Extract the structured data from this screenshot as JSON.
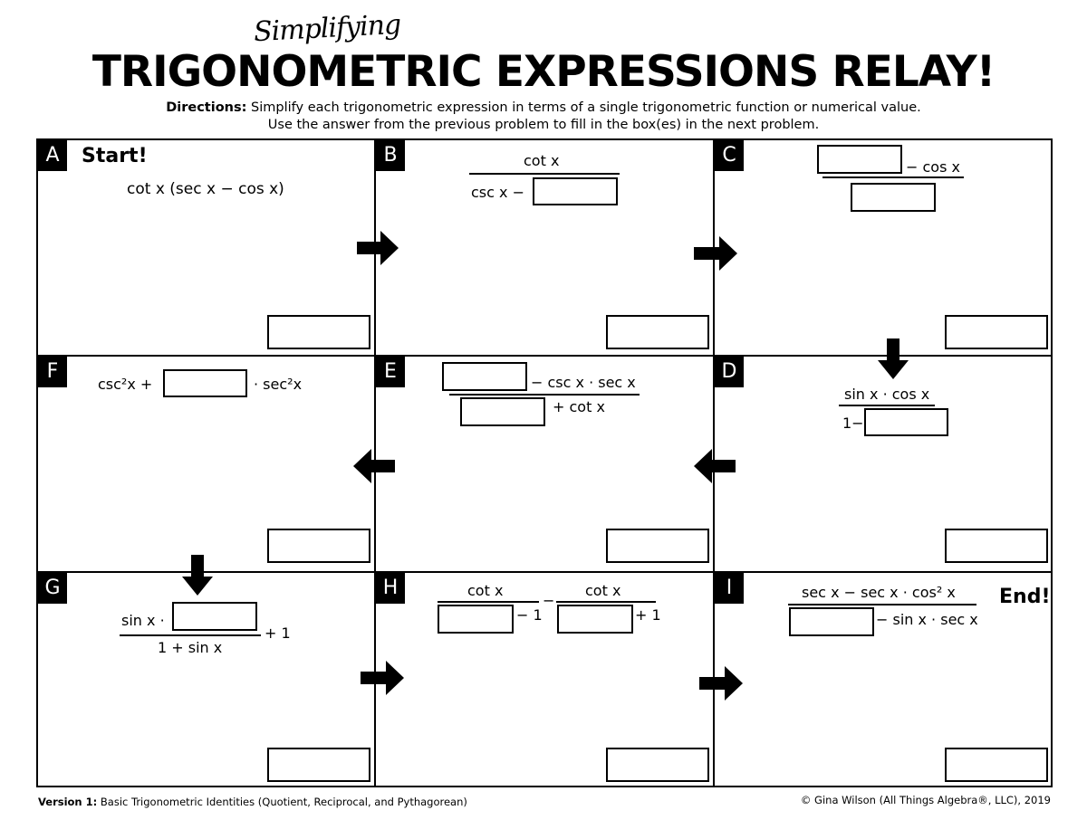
{
  "header": {
    "subtitle": "Simplifying",
    "title": "TRIGONOMETRIC EXPRESSIONS RELAY!",
    "directions_label": "Directions:",
    "directions_line1": "Simplify each trigonometric expression in terms of a single trigonometric function or numerical value.",
    "directions_line2": "Use the answer from the previous problem to fill in the box(es) in the next problem."
  },
  "cells": {
    "A": {
      "letter": "A",
      "tag": "Start!",
      "expr": "cot x (sec x − cos x)"
    },
    "B": {
      "letter": "B",
      "numerator": "cot x",
      "denominator": "csc x −"
    },
    "C": {
      "letter": "C",
      "numerator_suffix": "− cos x"
    },
    "D": {
      "letter": "D",
      "numerator": "sin x · cos x",
      "denominator": "1−"
    },
    "E": {
      "letter": "E",
      "numerator_suffix": "− csc x · sec x",
      "denominator_suffix": "+ cot x"
    },
    "F": {
      "letter": "F",
      "prefix": "csc²x +",
      "suffix": "· sec²x"
    },
    "G": {
      "letter": "G",
      "numerator": "sin x ·",
      "denominator": "1 + sin x",
      "suffix": "+ 1"
    },
    "H": {
      "letter": "H",
      "num1": "cot x",
      "den1_suffix": "− 1",
      "op": "−",
      "num2": "cot x",
      "den2_suffix": "+ 1"
    },
    "I": {
      "letter": "I",
      "tag": "End!",
      "numerator": "sec x − sec x · cos² x",
      "denominator_suffix": "− sin x · sec x"
    }
  },
  "footer": {
    "version_label": "Version 1:",
    "version_text": "Basic Trigonometric Identities (Quotient, Reciprocal, and Pythagorean)",
    "copyright": "© Gina Wilson (All Things Algebra®, LLC), 2019"
  }
}
